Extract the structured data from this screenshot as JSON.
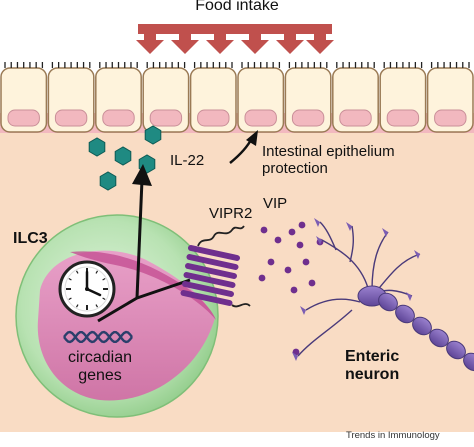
{
  "labels": {
    "food_intake": "Food intake",
    "il22": "IL-22",
    "epithelium_line1": "Intestinal epithelium",
    "epithelium_line2": "protection",
    "vipr2": "VIPR2",
    "vip": "VIP",
    "ilc3": "ILC3",
    "circadian_line1": "circadian",
    "circadian_line2": "genes",
    "enteric_line1": "Enteric",
    "enteric_line2": "neuron",
    "citation": "Trends in Immunology"
  },
  "colors": {
    "food_arrow": "#c0504d",
    "epithelium_cell": "#fef3dc",
    "epithelium_border": "#9a7a55",
    "epithelium_base": "#f2b8bf",
    "lamina_propria": "#f9dcc4",
    "il22_hexagon": "#1f8a82",
    "ilc3_outer": "#9fd49a",
    "ilc3_nucleus": "#d97fb0",
    "receptor": "#6f2f8e",
    "vip_dot": "#6f2f8e",
    "neuron": "#7b5db3"
  },
  "icons": [
    "down-arrow-icon",
    "clock-icon",
    "dna-icon",
    "hexagon-icon"
  ]
}
